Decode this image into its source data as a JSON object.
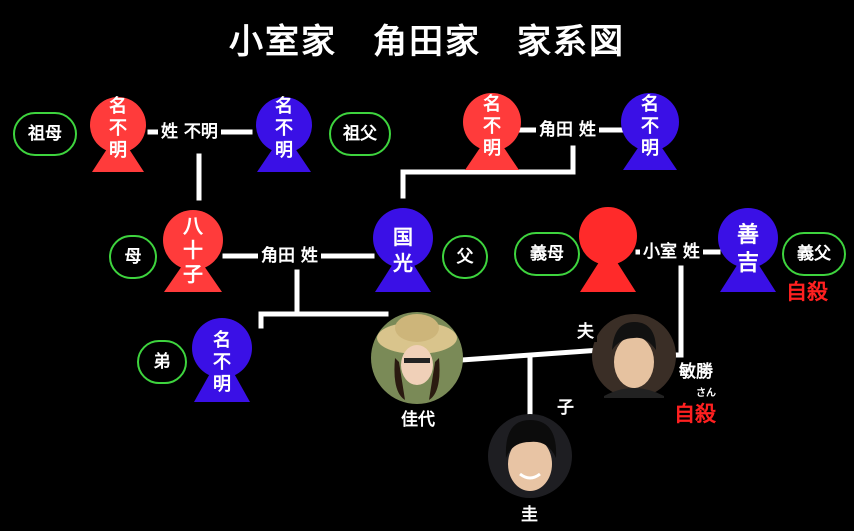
{
  "title": "小室家　角田家　家系図",
  "colors": {
    "female": "#ff3b3b",
    "male": "#3a10e6",
    "line": "#ffffff",
    "relation_border": "#3ed43e",
    "note": "#ff2020"
  },
  "people": {
    "kg_grandmother": {
      "name": "名\n不\n明",
      "relation": "祖母"
    },
    "kg_grandfather": {
      "name": "名\n不\n明",
      "relation": "祖父"
    },
    "tg_grandmother": {
      "name": "名\n不\n明"
    },
    "tg_grandfather": {
      "name": "名\n不\n明"
    },
    "yasoko": {
      "name": "八\n十\n子",
      "relation": "母"
    },
    "kunimitsu": {
      "name": "国\n光",
      "relation": "父"
    },
    "komuro_mother": {
      "name": "",
      "relation": "義母"
    },
    "yoshikichi": {
      "name": "善\n吉",
      "relation": "義父",
      "note": "自殺"
    },
    "brother": {
      "name": "名\n不\n明",
      "relation": "弟"
    },
    "kayo": {
      "name": "佳代"
    },
    "toshikatsu": {
      "name": "敏勝",
      "ruby": "さん",
      "role": "夫",
      "note": "自殺"
    },
    "kei": {
      "name": "圭",
      "role": "子"
    }
  },
  "unions": {
    "top_left": "姓 不明",
    "top_right": "角田 姓",
    "parents": "角田 姓",
    "komuro": "小室 姓"
  }
}
